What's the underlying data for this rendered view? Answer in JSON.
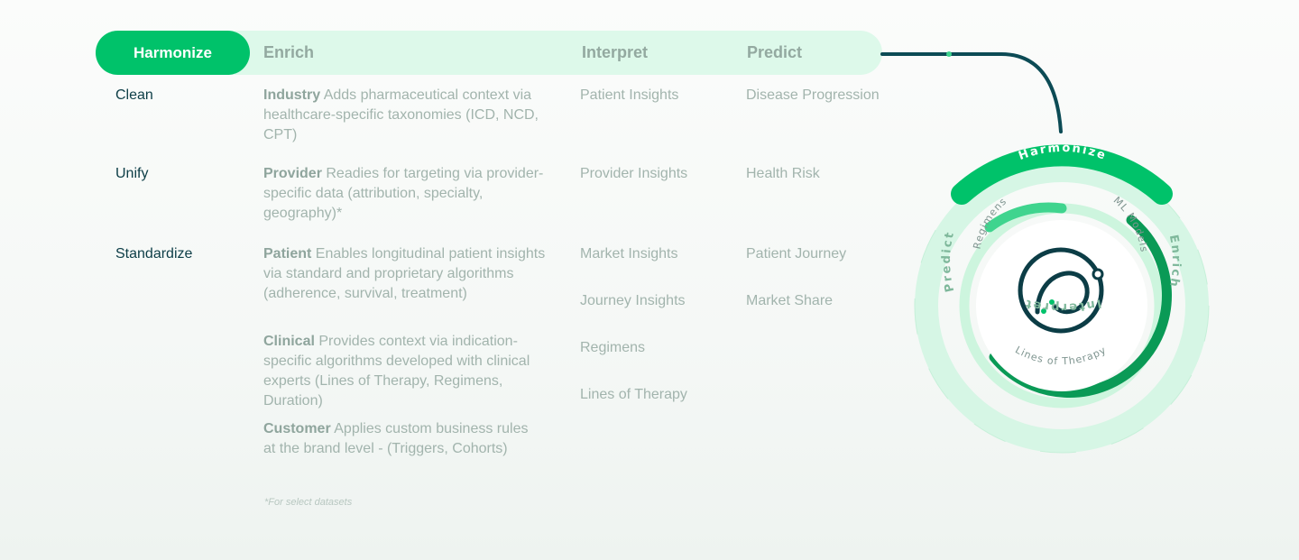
{
  "tabs": [
    {
      "label": "Harmonize",
      "active": true
    },
    {
      "label": "Enrich"
    },
    {
      "label": "Interpret"
    },
    {
      "label": "Predict"
    }
  ],
  "steps": [
    "Clean",
    "Unify",
    "Standardize"
  ],
  "enrich": [
    {
      "title": "Industry",
      "text": " Adds pharmaceutical context via healthcare-specific taxonomies (ICD, NCD, CPT)"
    },
    {
      "title": "Provider",
      "text": " Readies for targeting via provider-specific data (attribution, specialty, geography)*"
    },
    {
      "title": "Patient",
      "text": " Enables longitudinal patient insights via standard and proprietary algorithms (adherence, survival, treatment)"
    },
    {
      "title": "Clinical",
      "text": " Provides context via indication-specific algorithms developed with clinical experts (Lines of Therapy, Regimens, Duration)"
    },
    {
      "title": "Customer",
      "text": " Applies custom business rules at the brand level - (Triggers, Cohorts)"
    }
  ],
  "interpret": [
    "Patient Insights",
    "Provider Insights",
    "Market Insights",
    "Journey Insights",
    "Regimens",
    "Lines of Therapy"
  ],
  "predict": [
    "Disease Progression",
    "Health Risk",
    "Patient Journey",
    "Market Share"
  ],
  "footnote": "*For select datasets",
  "ring": {
    "outer_labels": {
      "top": "Harmonize",
      "right": "Enrich",
      "bottom": "Interpret",
      "left": "Predict"
    },
    "inner_labels": {
      "left": "Regimens",
      "right": "ML Models",
      "bottom": "Lines of Therapy"
    },
    "center_icon": "stylized-p-logo"
  },
  "colors": {
    "brand_green": "#00c26a",
    "pale_green": "#ddf9ea",
    "dark_teal": "#0c3d46",
    "dark_green": "#0a9a56"
  }
}
